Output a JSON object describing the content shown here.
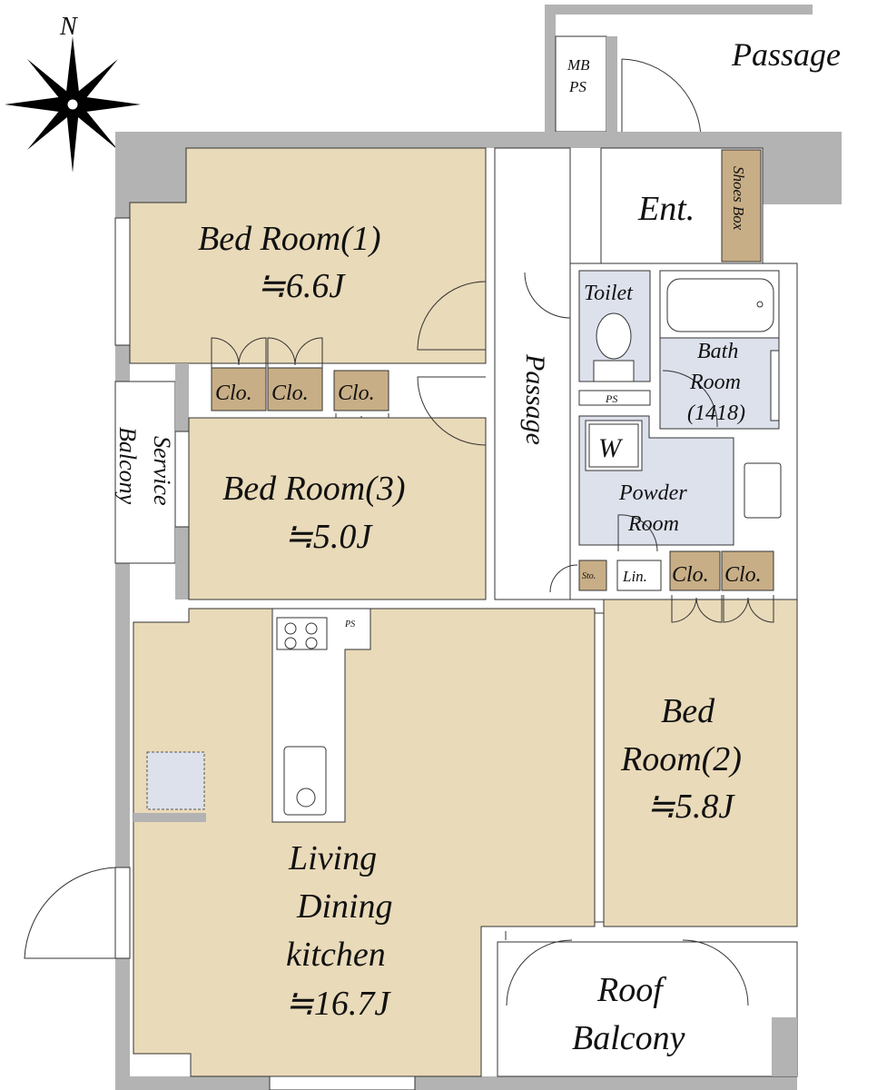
{
  "compass": {
    "north_label": "N"
  },
  "rooms": {
    "passage_outside": "Passage",
    "mb_ps_1": "MB",
    "mb_ps_2": "PS",
    "entrance": "Ent.",
    "shoes_box": "Shoes Box",
    "bedroom1_name": "Bed Room(1)",
    "bedroom1_size": "≒6.6J",
    "closet": "Clo.",
    "bedroom3_name": "Bed Room(3)",
    "bedroom3_size": "≒5.0J",
    "service_balcony_1": "Service",
    "service_balcony_2": "Balcony",
    "passage_inside": "Passage",
    "toilet": "Toilet",
    "ps": "PS",
    "bath_1": "Bath",
    "bath_2": "Room",
    "bath_3": "(1418)",
    "washer": "W",
    "powder_1": "Powder",
    "powder_2": "Room",
    "storage": "Sto.",
    "linen": "Lin.",
    "bedroom2_name_1": "Bed",
    "bedroom2_name_2": "Room(2)",
    "bedroom2_size": "≒5.8J",
    "ldk_1": "Living",
    "ldk_2": "Dining",
    "ldk_3": "kitchen",
    "ldk_size": "≒16.7J",
    "roof_balcony_1": "Roof",
    "roof_balcony_2": "Balcony"
  }
}
